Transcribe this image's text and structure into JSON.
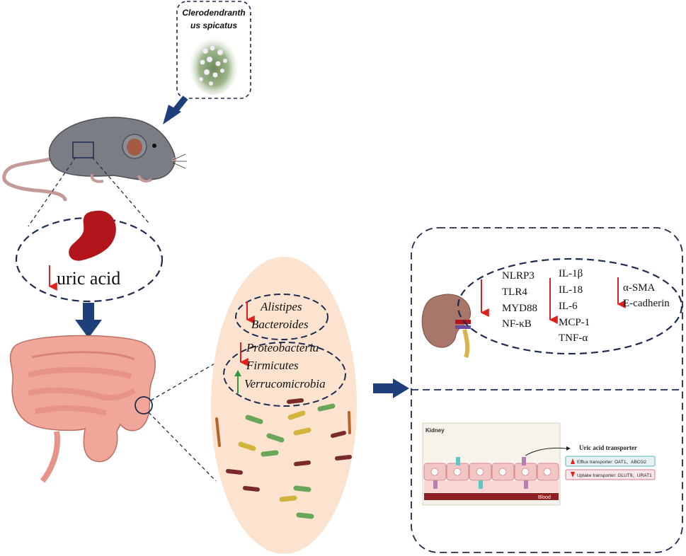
{
  "plant": {
    "label_line1": "Clerodendranth",
    "label_line2": "us spicatus"
  },
  "kidney_panel": {
    "uric_acid_label": "uric acid"
  },
  "bacteria": {
    "group1": [
      "Alistipes",
      "Bacteroides"
    ],
    "group2_down": [
      "Proteobacteria",
      "Firmicutes"
    ],
    "group2_up": [
      "Verrucomicrobia"
    ]
  },
  "inflammation": {
    "col1": [
      "NLRP3",
      "TLR4",
      "MYD88",
      "NF-κB"
    ],
    "col2": [
      "IL-1β",
      "IL-18",
      "IL-6",
      "MCP-1",
      "TNF-α"
    ],
    "col3": [
      "α-SMA",
      "E-cadherin"
    ]
  },
  "transporter": {
    "kidney_label": "Kidney",
    "blood_label": "Blood",
    "title": "Uric acid transporter",
    "efflux": "Efflux transporter: OAT1、ABCG2",
    "uptake": "Uptake transporter: GLUT9、URAT1"
  },
  "colors": {
    "down_arrow": "#e0211b",
    "up_arrow": "#2e9b3a",
    "flow_arrow": "#1f3f7a",
    "dashed_border": "#1e2b4f",
    "oval_fill": "#fbe3cf",
    "kidney_red": "#b3151d"
  }
}
